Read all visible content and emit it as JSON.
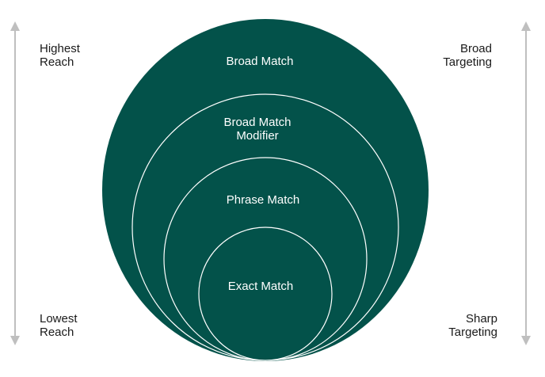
{
  "left_axis": {
    "top_label": "Highest\nReach",
    "bottom_label": "Lowest\nReach"
  },
  "right_axis": {
    "top_label": "Broad\nTargeting",
    "bottom_label": "Sharp\nTargeting"
  },
  "rings": {
    "outer": {
      "label": "Broad Match"
    },
    "second": {
      "label_line1": "Broad Match",
      "label_line2": "Modifier"
    },
    "third": {
      "label": "Phrase Match"
    },
    "inner": {
      "label": "Exact Match"
    }
  },
  "colors": {
    "fill": "#03524A",
    "ring_stroke": "#ffffff",
    "arrow": "#BFBFBF",
    "text": "#1a1a1a"
  }
}
